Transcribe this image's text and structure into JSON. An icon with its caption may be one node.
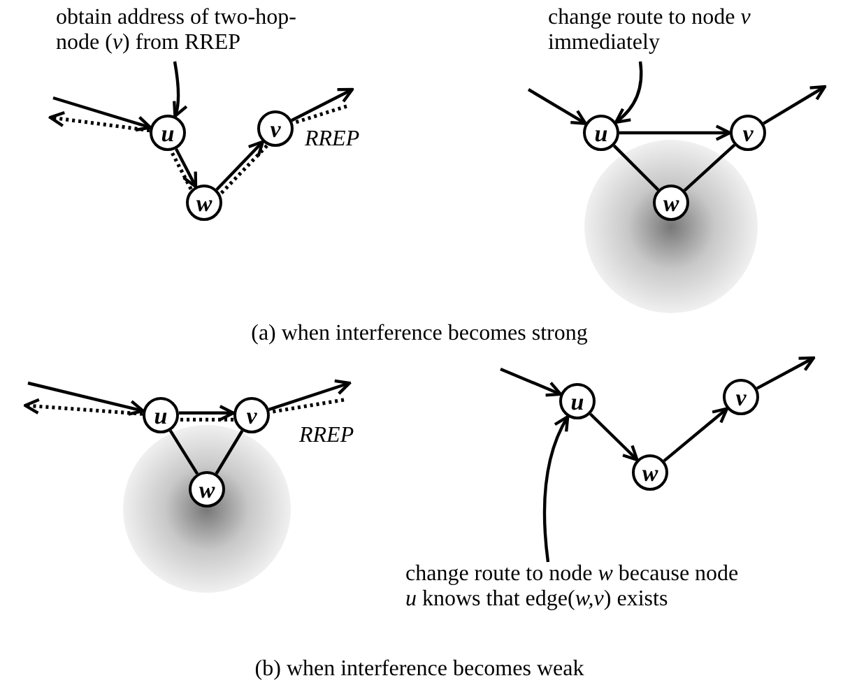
{
  "diagram": {
    "nodes": [
      {
        "text": [
          "obtain address of two-hop-node (*v*) from RREP"
        ]
      },
      {
        "text": [
          "u"
        ]
      },
      {
        "text": [
          "v"
        ]
      },
      {
        "text": [
          "w"
        ]
      },
      {
        "text": [
          "change route to node *v* immediately"
        ]
      },
      {
        "text": [
          "u"
        ]
      },
      {
        "text": [
          "v"
        ]
      },
      {
        "text": [
          "w"
        ]
      },
      {
        "text": [
          "u"
        ]
      },
      {
        "text": [
          "v"
        ]
      },
      {
        "text": [
          "w"
        ]
      },
      {
        "text": [
          "u"
        ]
      },
      {
        "text": [
          "v"
        ]
      },
      {
        "text": [
          "w"
        ]
      },
      {
        "text": [
          "change route to node *w* because node *u* knows that edge(*w,v*) exists"
        ]
      }
    ],
    "edges": [
      {
        "from": null,
        "to": 1,
        "arrow": "to"
      },
      {
        "from": 1,
        "to": null,
        "arrow": "to",
        "style": "dashed"
      },
      {
        "from": 1,
        "to": 3,
        "arrow": "to"
      },
      {
        "from": 3,
        "to": 1,
        "arrow": "none",
        "style": "dashed"
      },
      {
        "from": 3,
        "to": 2,
        "arrow": "to"
      },
      {
        "from": 2,
        "to": 3,
        "arrow": "none",
        "style": "dashed"
      },
      {
        "from": 2,
        "to": null,
        "arrow": "to"
      },
      {
        "from": null,
        "to": 2,
        "arrow": "none",
        "style": "dashed"
      },
      {
        "from": 0,
        "to": 1,
        "arrow": "to"
      },
      {
        "from": null,
        "to": 5,
        "arrow": "to"
      },
      {
        "from": 5,
        "to": 6,
        "arrow": "to"
      },
      {
        "from": 5,
        "to": 7,
        "arrow": "none"
      },
      {
        "from": 7,
        "to": 6,
        "arrow": "none"
      },
      {
        "from": 6,
        "to": null,
        "arrow": "to"
      },
      {
        "from": 4,
        "to": 5,
        "arrow": "to"
      },
      {
        "from": null,
        "to": 8,
        "arrow": "to"
      },
      {
        "from": 8,
        "to": null,
        "arrow": "to",
        "style": "dashed"
      },
      {
        "from": 8,
        "to": 9,
        "arrow": "to"
      },
      {
        "from": 9,
        "to": 8,
        "arrow": "none",
        "style": "dashed"
      },
      {
        "from": 8,
        "to": 10,
        "arrow": "none"
      },
      {
        "from": 10,
        "to": 9,
        "arrow": "none"
      },
      {
        "from": 9,
        "to": null,
        "arrow": "to"
      },
      {
        "from": null,
        "to": 9,
        "arrow": "none",
        "style": "dashed"
      },
      {
        "from": null,
        "to": 11,
        "arrow": "to"
      },
      {
        "from": 11,
        "to": 13,
        "arrow": "to"
      },
      {
        "from": 13,
        "to": 12,
        "arrow": "to"
      },
      {
        "from": 12,
        "to": null,
        "arrow": "to"
      },
      {
        "from": 14,
        "to": 11,
        "arrow": "to"
      }
    ],
    "labels": [
      "RREP",
      "(a) when interference becomes strong",
      "RREP",
      "(b) when interference becomes weak"
    ]
  }
}
